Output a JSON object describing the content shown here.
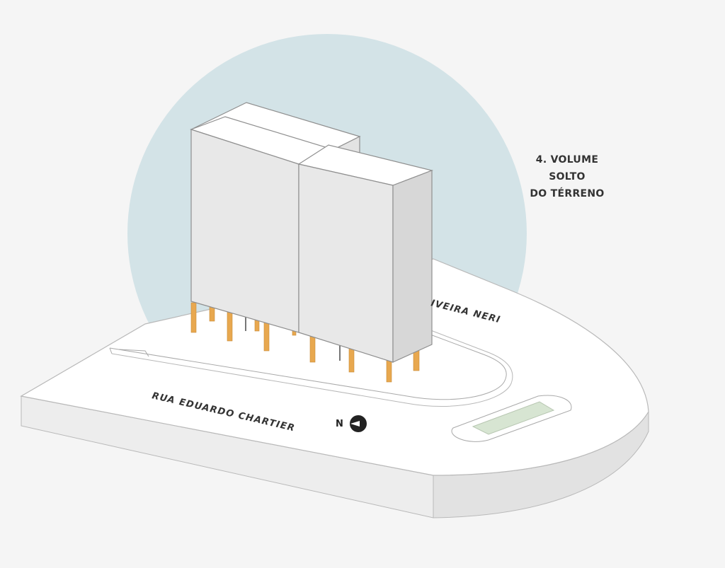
{
  "caption": {
    "line1": "4. VOLUME SOLTO",
    "line2": "DO TÉRRENO"
  },
  "streets": {
    "front": "RUA EDUARDO CHARTIER",
    "side": "IVEIRA NERI"
  },
  "compass": {
    "label": "N"
  },
  "colors": {
    "background": "#f5f5f5",
    "sky_circle": "#d3e3e7",
    "site_top": "#ffffff",
    "site_side": "#ececec",
    "building_front": "#e8e8e8",
    "building_side": "#d7d7d7",
    "pilotis": "#e8a84f",
    "planter": "#d7e5d2"
  }
}
